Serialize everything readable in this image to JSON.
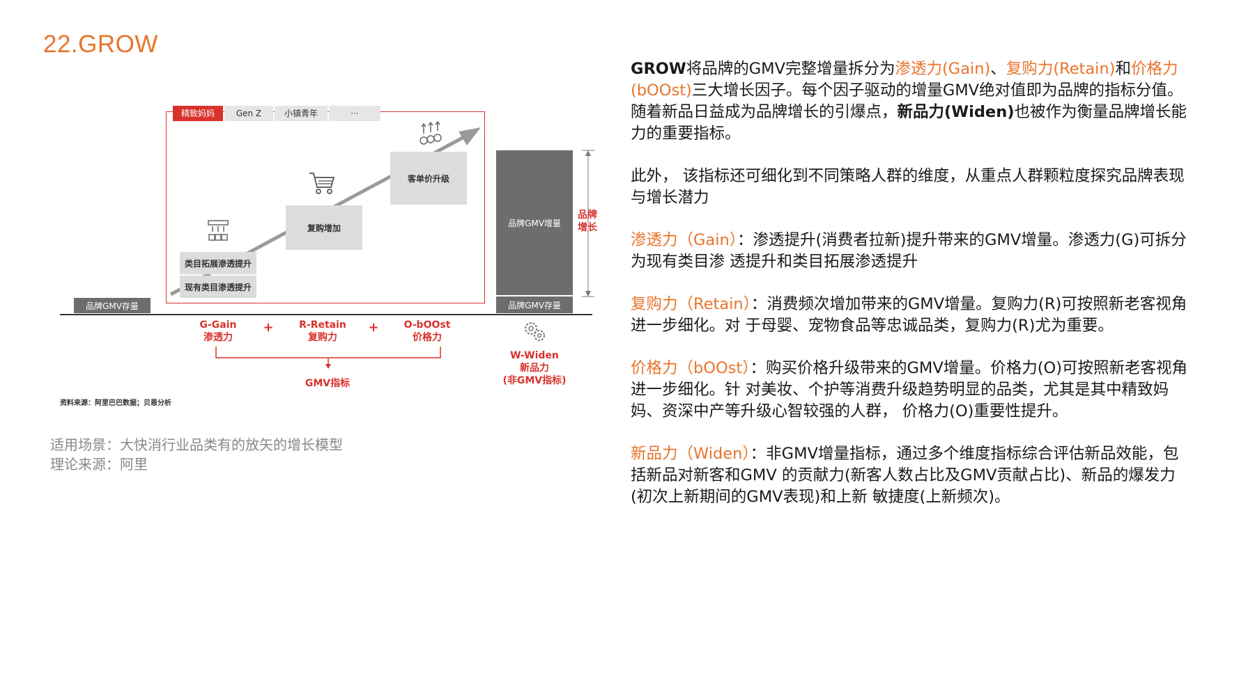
{
  "title": "22.GROW",
  "diagram": {
    "segments": [
      "精致妈妈",
      "Gen Z",
      "小镇青年",
      "···"
    ],
    "stock_left": "品牌GMV存量",
    "stock_right": "品牌GMV存量",
    "box_category_expand": "类目拓展渗透提升",
    "box_existing_category": "现有类目渗透提升",
    "box_repurchase": "复购增加",
    "box_aov": "客单价升级",
    "bar_increment": "品牌GMV增量",
    "brand_growth": "品牌增长",
    "g_label": "G-Gain",
    "g_sub": "渗透力",
    "r_label": "R-Retain",
    "r_sub": "复购力",
    "o_label": "O-bOOst",
    "o_sub": "价格力",
    "plus": "+",
    "gmv_index": "GMV指标",
    "w_label": "W-Widen",
    "w_sub1": "新品力",
    "w_sub2": "(非GMV指标)",
    "source": "资料来源：阿里巴巴数据；贝恩分析"
  },
  "scene": {
    "line1": "适用场景：大快消行业品类有的放矢的增长模型",
    "line2": "理论来源：阿里"
  },
  "text": {
    "p1": {
      "a": "GROW",
      "b": "将品牌的GMV完整增量拆分为",
      "c": "渗透力(Gain)",
      "d": "、",
      "e": "复购力(Retain)",
      "f": "和",
      "g": "价格力(bOOst)",
      "h": "三大增长因子。每个因子驱动的增量GMV绝对值即为品牌的指标分值。 随着新品日益成为品牌增长的引爆点，",
      "i": "新品力(Widen)",
      "j": "也被作为衡量品牌增长能力的重要指标。"
    },
    "p2": "此外， 该指标还可细化到不同策略人群的维度，从重点人群颗粒度探究品牌表现与增长潜力",
    "p3": {
      "h": "渗透力（Gain）",
      "t": "：渗透提升(消费者拉新)提升带来的GMV增量。渗透力(G)可拆分为现有类目渗 透提升和类目拓展渗透提升"
    },
    "p4": {
      "h": "复购力（Retain）",
      "t": "：消费频次增加带来的GMV增量。复购力(R)可按照新老客视角进一步细化。对 于母婴、宠物食品等忠诚品类，复购力(R)尤为重要。"
    },
    "p5": {
      "h": "价格力（bOOst）",
      "t": "：购买价格升级带来的GMV增量。价格力(O)可按照新老客视角进一步细化。针 对美妆、个护等消费升级趋势明显的品类，尤其是其中精致妈妈、资深中产等升级心智较强的人群， 价格力(O)重要性提升。"
    },
    "p6": {
      "h": "新品力（Widen）",
      "t": "：非GMV增量指标，通过多个维度指标综合评估新品效能，包括新品对新客和GMV 的贡献力(新客人数占比及GMV贡献占比)、新品的爆发力(初次上新期间的GMV表现)和上新 敏捷度(上新频次)。"
    }
  }
}
